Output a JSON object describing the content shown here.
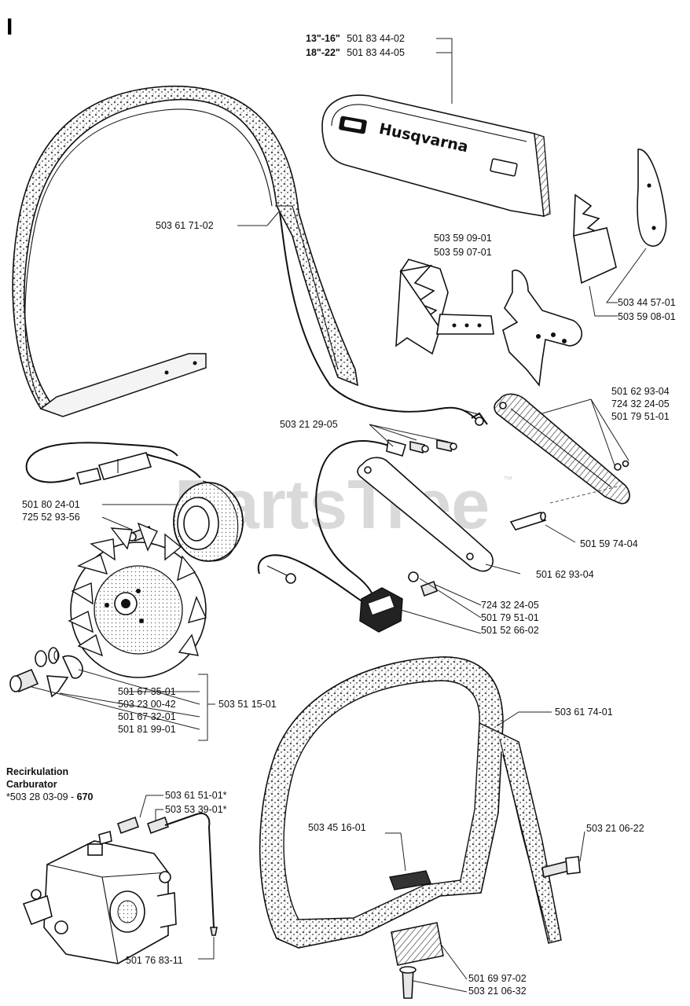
{
  "section_letter": "I",
  "watermark": {
    "text": "PartsTree",
    "mark": "™"
  },
  "bar_cover": {
    "rows": [
      {
        "size": "13\"-16\"",
        "number": "501 83 44-02"
      },
      {
        "size": "18\"-22\"",
        "number": "501 83 44-05"
      }
    ],
    "brand_text": "Husqvarna"
  },
  "labels": {
    "front_handle": "503 61 71-02",
    "bumper_spike_a1": "503 59 09-01",
    "bumper_spike_a2": "503 59 07-01",
    "spike_b1": "503 44 57-01",
    "spike_b2": "503 59 08-01",
    "screw_group": "503 21 29-05",
    "switch_group_1": "501 62 93-04",
    "switch_group_2": "724 32 24-05",
    "switch_group_3": "501 79 51-01",
    "ignition_1": "501 80 24-01",
    "ignition_2": "725 52 93-56",
    "pin": "501 59 74-04",
    "switch_plate": "501 62 93-04",
    "screw_b": "724 32 24-05",
    "washer_b": "501 79 51-01",
    "stop_switch": "501 52 66-02",
    "flywheel_1": "501 67 35-01",
    "flywheel_2": "503 23 00-42",
    "flywheel_3": "501 67 32-01",
    "flywheel_4": "501 81 99-01",
    "flywheel_kit": "503 51 15-01",
    "rear_handle": "503 61 74-01",
    "carb_fitting_1": "503 61 51-01*",
    "carb_fitting_2": "503 53 39-01*",
    "rubber_block": "503 45 16-01",
    "screw_c": "503 21 06-22",
    "carb_hose": "501 76 83-11",
    "damper_1": "501 69 97-02",
    "damper_2": "503 21 06-32"
  },
  "recirculation": {
    "line1": "Recirkulation",
    "line2": "Carburator",
    "line3_prefix": "*503 28 03-09 - ",
    "line3_model": "670"
  }
}
